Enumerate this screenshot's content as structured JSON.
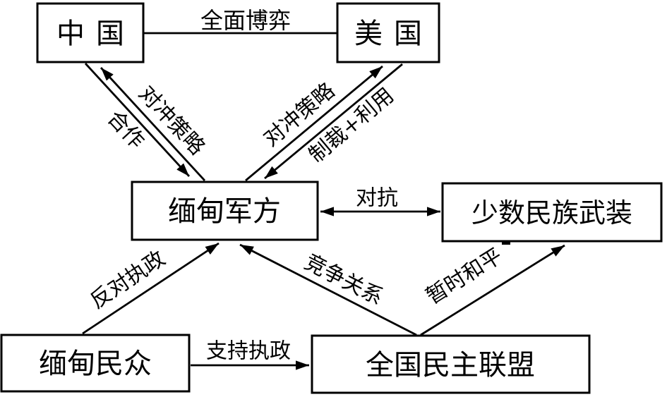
{
  "nodes": {
    "china": {
      "label": "中国"
    },
    "usa": {
      "label": "美国"
    },
    "military": {
      "label": "缅甸军方"
    },
    "ethnic": {
      "label": "少数民族武装"
    },
    "people": {
      "label": "缅甸民众"
    },
    "nld": {
      "label": "全国民主联盟"
    }
  },
  "edges": {
    "china_usa": {
      "from": "中国",
      "to": "美国",
      "label": "全面博弈",
      "arrows": "none"
    },
    "china_military": {
      "from": "中国",
      "to": "缅甸军方",
      "label": "合作",
      "arrows": "to"
    },
    "military_china": {
      "from": "缅甸军方",
      "to": "中国",
      "label": "对冲策略",
      "arrows": "to"
    },
    "military_usa": {
      "from": "缅甸军方",
      "to": "美国",
      "label": "对冲策略",
      "arrows": "to"
    },
    "usa_military": {
      "from": "美国",
      "to": "缅甸军方",
      "label": "制裁+利用",
      "arrows": "to"
    },
    "military_ethnic": {
      "from": "缅甸军方",
      "to": "少数民族武装",
      "label": "对抗",
      "arrows": "both"
    },
    "people_military": {
      "from": "缅甸民众",
      "to": "缅甸军方",
      "label": "反对执政",
      "arrows": "to"
    },
    "people_nld": {
      "from": "缅甸民众",
      "to": "全国民主联盟",
      "label": "支持执政",
      "arrows": "to"
    },
    "nld_military": {
      "from": "全国民主联盟",
      "to": "缅甸军方",
      "label": "竞争关系",
      "arrows": "to"
    },
    "nld_ethnic": {
      "from": "全国民主联盟",
      "to": "少数民族武装",
      "label": "暂时和平",
      "arrows": "to"
    }
  },
  "colors": {
    "stroke": "#000000",
    "background": "#ffffff",
    "box_fill": "#ffffff",
    "text": "#000000"
  }
}
